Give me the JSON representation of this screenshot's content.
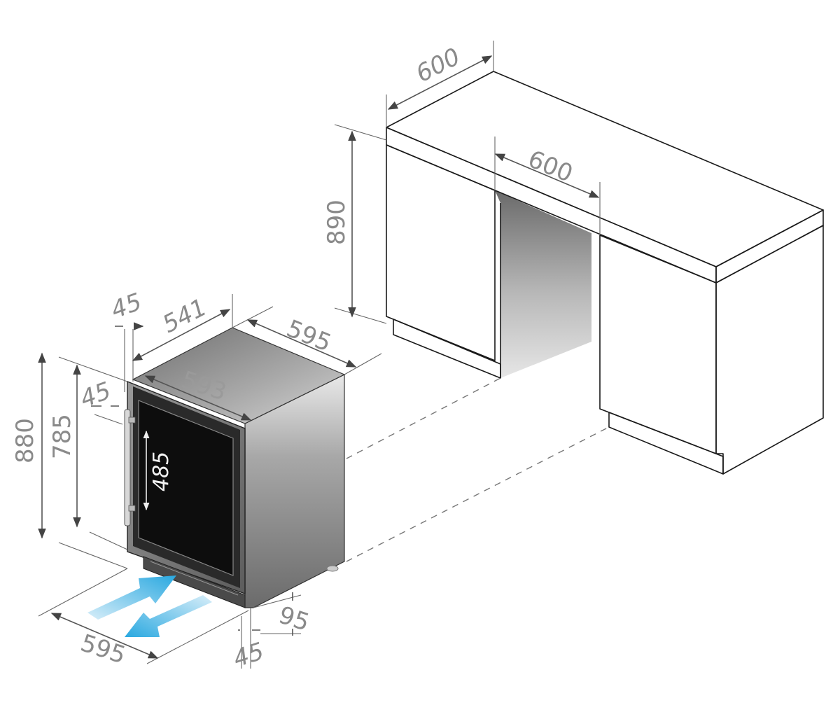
{
  "diagram": {
    "dimensions": {
      "counter_depth": "600",
      "counter_height": "890",
      "niche_width": "600",
      "top_offset": "45",
      "appliance_width_top": "541",
      "appliance_depth": "595",
      "appliance_width": "593",
      "door_offset": "45",
      "door_height": "785",
      "total_height": "880",
      "window_height": "485",
      "floor_width": "595",
      "plinth_depth": "95",
      "bottom_offset": "45"
    },
    "colors": {
      "airflow_arrow": "#29a8e0",
      "airflow_arrow_light": "#9fd6f2",
      "countertop_edge": "#b4b4b4",
      "appliance_body": "#7a7a7a",
      "glass": "#111111",
      "dimension_text": "#8a8a8a"
    }
  }
}
